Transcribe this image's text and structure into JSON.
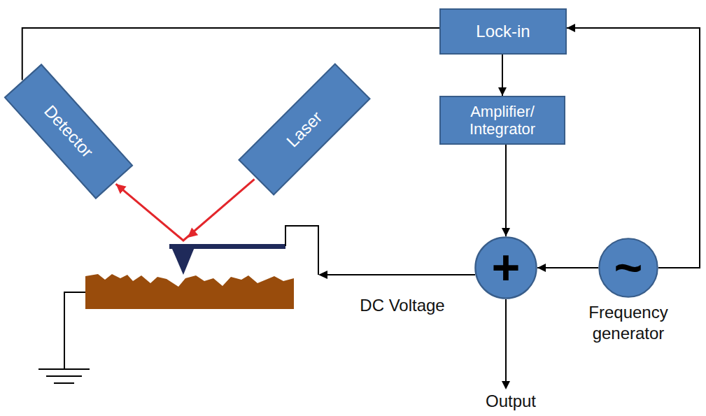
{
  "diagram": {
    "nodes": [
      {
        "text": [
          "Detector"
        ]
      },
      {
        "text": [
          "Laser"
        ]
      },
      {
        "text": [
          "Lock-in"
        ]
      },
      {
        "text": [
          "Amplifier/ Integrator"
        ]
      },
      {
        "text": [
          "+"
        ]
      },
      {
        "text": [
          "~",
          "Frequency generator"
        ]
      }
    ],
    "edges": [
      {
        "from": 1,
        "to": 0,
        "arrow": "to"
      },
      {
        "from": 0,
        "to": 2,
        "arrow": "none"
      },
      {
        "from": 5,
        "to": 2,
        "arrow": "to"
      },
      {
        "from": 2,
        "to": 3,
        "arrow": "to"
      },
      {
        "from": 3,
        "to": 4,
        "arrow": "to"
      },
      {
        "from": 5,
        "to": 4,
        "arrow": "to"
      }
    ],
    "labels": [
      "DC Voltage",
      "Output"
    ]
  }
}
